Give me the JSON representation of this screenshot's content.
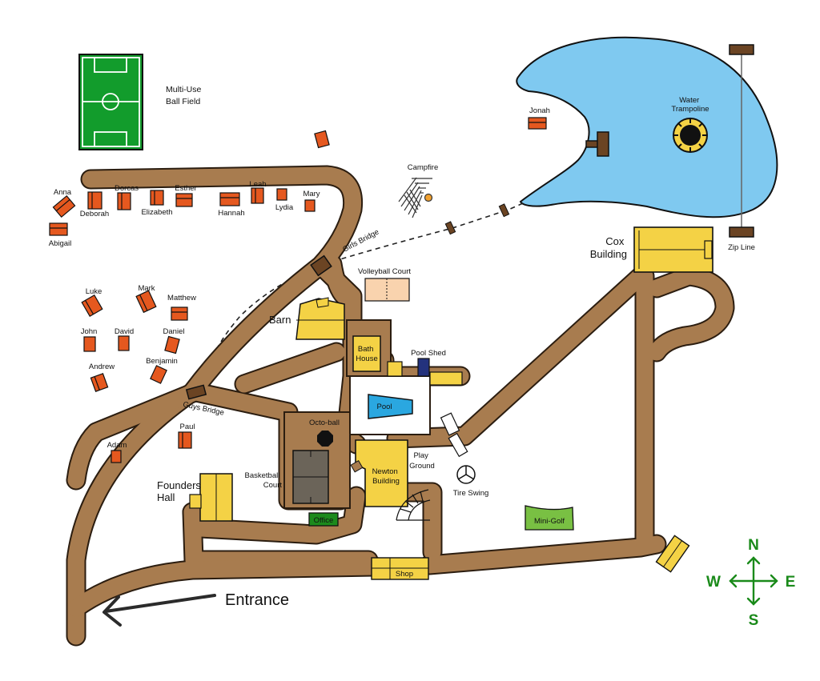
{
  "colors": {
    "road": "#a87c4f",
    "road_outline": "#2b1d10",
    "cabin": "#e5581f",
    "building": "#f4d245",
    "lake": "#7fc9f0",
    "field": "#129c2c",
    "pool": "#2aa7e0",
    "office": "#1c8a1c",
    "minigolf": "#79c043",
    "volleyball": "#f9d3ae",
    "pool_shed": "#23327d",
    "bridge": "#6b4423",
    "compass": "#1a8a1a"
  },
  "labels": {
    "ball_field": [
      "Multi-Use",
      "Ball Field"
    ],
    "campfire": "Campfire",
    "water_trampoline": [
      "Water",
      "Trampoline"
    ],
    "zip_line": "Zip Line",
    "cox_building": [
      "Cox",
      "Building"
    ],
    "girls_bridge": "Girls Bridge",
    "guys_bridge": "Guys Bridge",
    "volleyball_court": "Volleyball Court",
    "barn": "Barn",
    "bath_house": [
      "Bath",
      "House"
    ],
    "pool_shed": "Pool Shed",
    "pool": "Pool",
    "octo_ball": "Octo-ball",
    "play_ground": [
      "Play",
      "Ground"
    ],
    "newton_building": [
      "Newton",
      "Building"
    ],
    "tire_swing": "Tire Swing",
    "basketball_court": [
      "Basketball",
      "Court"
    ],
    "founders_hall": [
      "Founders",
      "Hall"
    ],
    "office": "Office",
    "mini_golf": "Mini-Golf",
    "shop": "Shop",
    "entrance": "Entrance"
  },
  "cabins": {
    "anna": "Anna",
    "abigail": "Abigail",
    "deborah": "Deborah",
    "dorcas": "Dorcas",
    "elizabeth": "Elizabeth",
    "esther": "Esther",
    "hannah": "Hannah",
    "leah": "Leah",
    "lydia": "Lydia",
    "mary": "Mary",
    "jonah": "Jonah",
    "luke": "Luke",
    "mark": "Mark",
    "matthew": "Matthew",
    "john": "John",
    "david": "David",
    "daniel": "Daniel",
    "andrew": "Andrew",
    "benjamin": "Benjamin",
    "paul": "Paul",
    "adam": "Adam"
  },
  "compass": {
    "n": "N",
    "s": "S",
    "e": "E",
    "w": "W"
  }
}
